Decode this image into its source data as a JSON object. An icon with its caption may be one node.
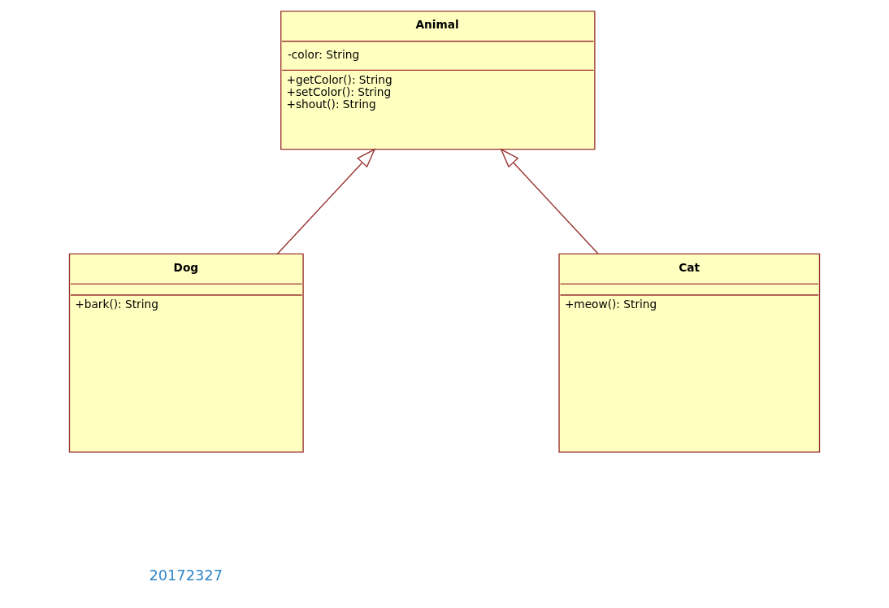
{
  "diagram": {
    "nodes": [
      {
        "text": [
          "Animal",
          "-color: String",
          "+getColor(): String",
          "+setColor(): String",
          "+shout(): String"
        ]
      },
      {
        "text": [
          "Dog",
          "+bark(): String"
        ]
      },
      {
        "text": [
          "Cat",
          "+meow(): String"
        ]
      }
    ],
    "edges": [
      {
        "from": 1,
        "to": 0,
        "arrow": "to"
      },
      {
        "from": 2,
        "to": 0,
        "arrow": "to"
      }
    ],
    "labels": [
      "20172327"
    ]
  }
}
